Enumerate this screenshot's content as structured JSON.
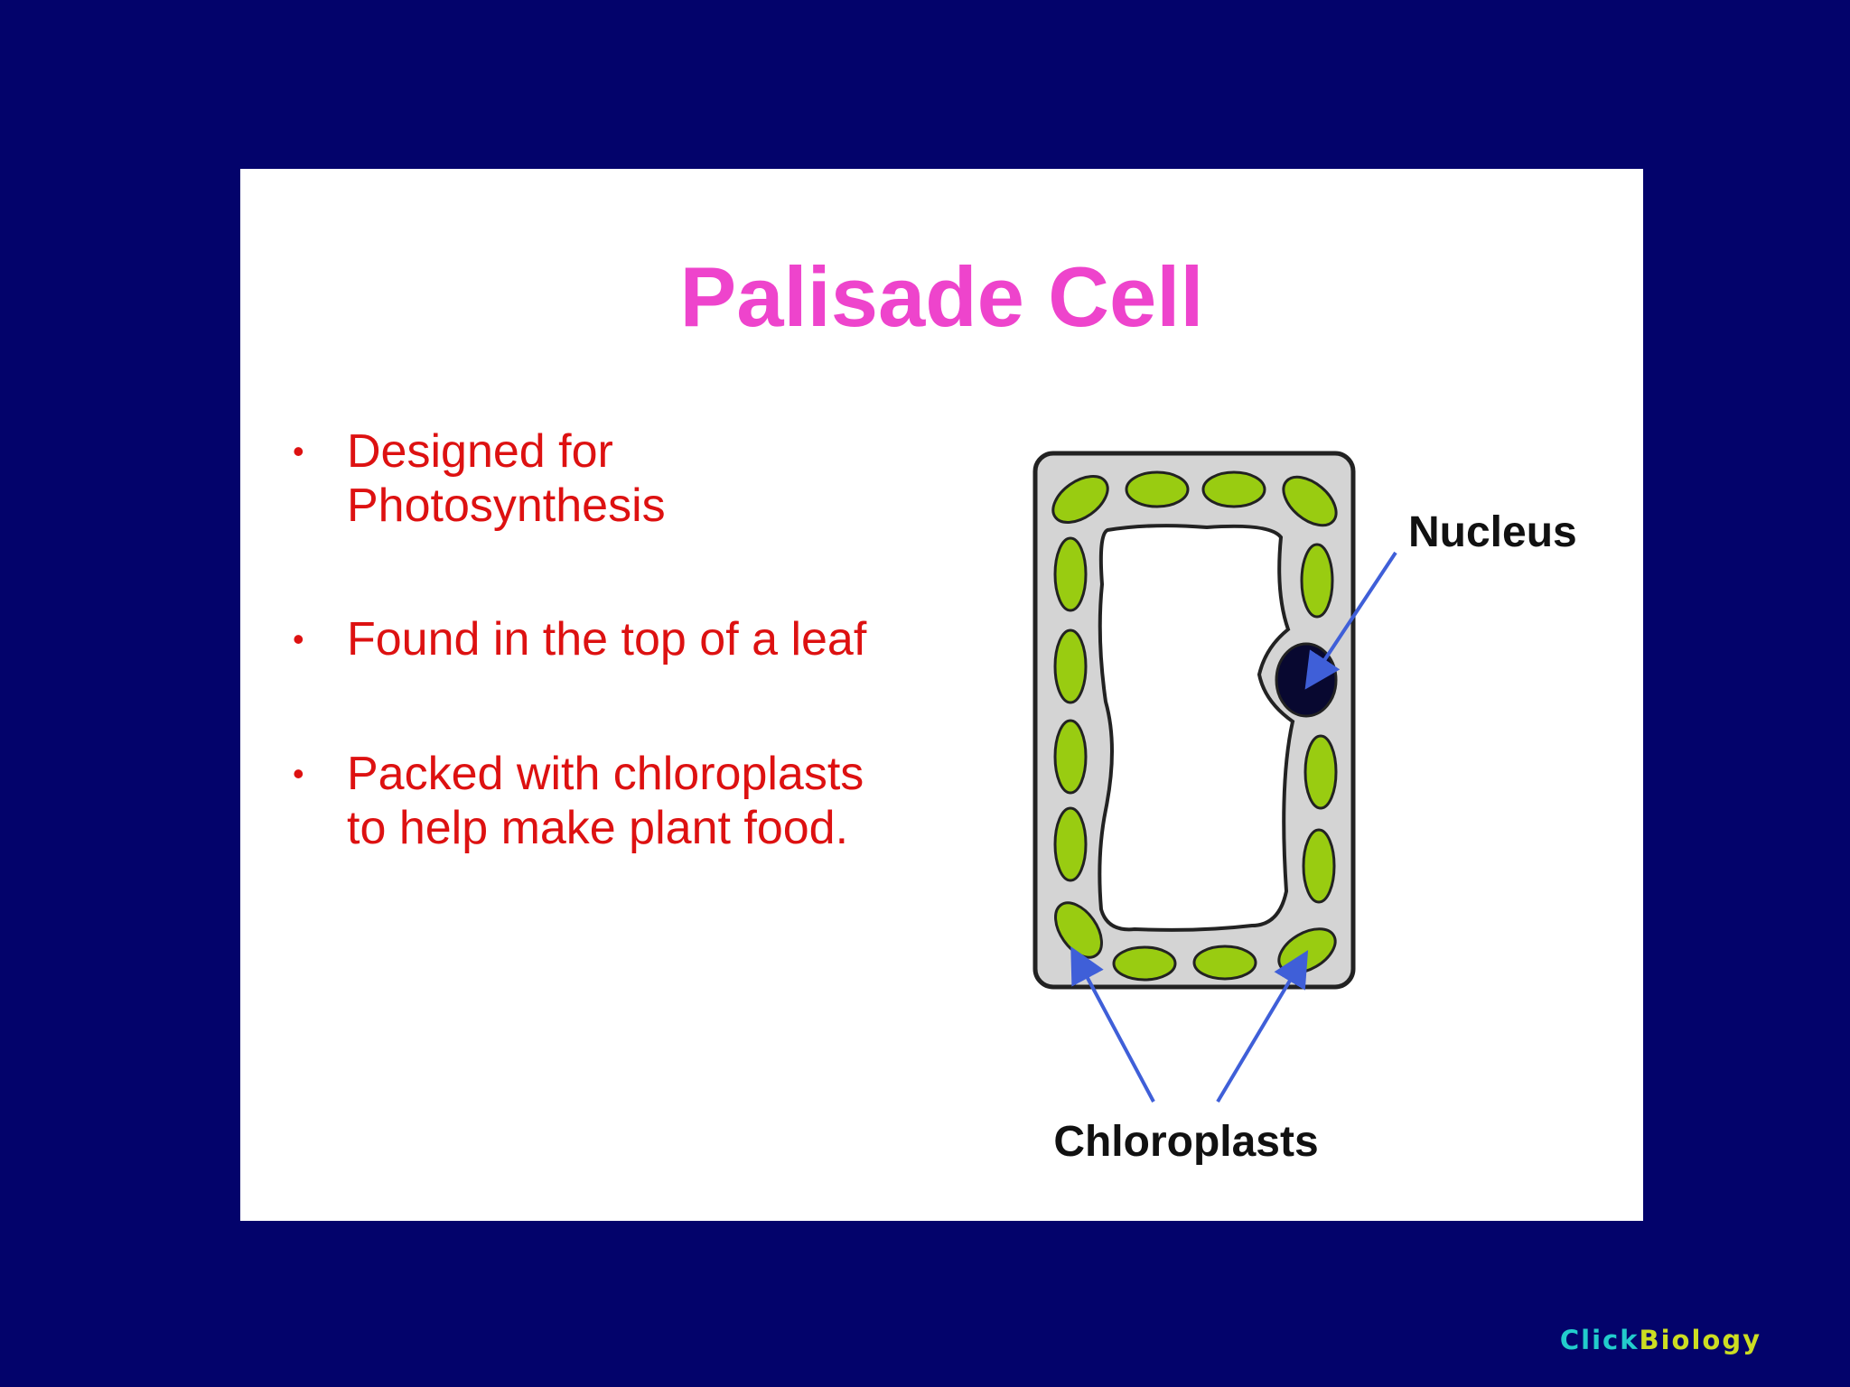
{
  "slide": {
    "title": "Palisade Cell",
    "bullets": [
      {
        "lines": [
          "Designed for",
          "Photosynthesis"
        ]
      },
      {
        "lines": [
          "Found in the top of a leaf"
        ]
      },
      {
        "lines": [
          "Packed with chloroplasts",
          "to help make plant food."
        ]
      }
    ],
    "bullet_symbol": "•"
  },
  "diagram": {
    "labels": {
      "nucleus": "Nucleus",
      "chloroplasts": "Chloroplasts"
    },
    "colors": {
      "cell_wall": "#d4d4d4",
      "vacuole": "#ffffff",
      "chloroplast": "#99cc11",
      "nucleus": "#080830",
      "arrow": "#3f5fd8",
      "outline": "#222222"
    }
  },
  "brand": {
    "part1": "Click",
    "part2": "Biology",
    "part1_color": "#22cccc",
    "part2_color": "#ccdd22"
  },
  "colors": {
    "background": "#03036b",
    "title": "#ee44cc",
    "bullet_text": "#dd1111"
  }
}
